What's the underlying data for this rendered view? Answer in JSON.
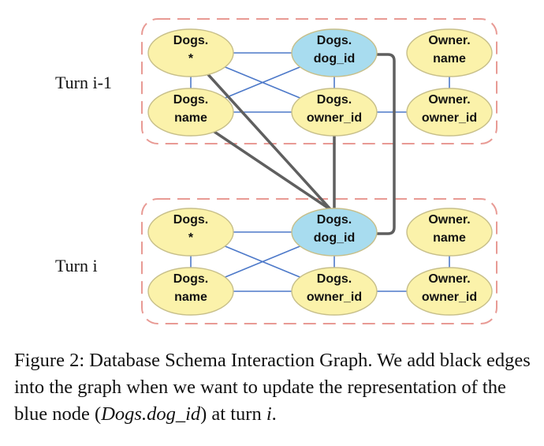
{
  "groups": [
    {
      "id": "prev",
      "label": "Turn i-1"
    },
    {
      "id": "cur",
      "label": "Turn i"
    }
  ],
  "nodes": [
    {
      "id": "p_dogs_star",
      "group": "prev",
      "lines": [
        "Dogs.",
        "*"
      ],
      "fill": "yellow"
    },
    {
      "id": "p_dogs_name",
      "group": "prev",
      "lines": [
        "Dogs.",
        "name"
      ],
      "fill": "yellow"
    },
    {
      "id": "p_dogs_dog_id",
      "group": "prev",
      "lines": [
        "Dogs.",
        "dog_id"
      ],
      "fill": "blue"
    },
    {
      "id": "p_dogs_owner_id",
      "group": "prev",
      "lines": [
        "Dogs.",
        "owner_id"
      ],
      "fill": "yellow"
    },
    {
      "id": "p_owner_name",
      "group": "prev",
      "lines": [
        "Owner.",
        "name"
      ],
      "fill": "yellow"
    },
    {
      "id": "p_owner_owner_id",
      "group": "prev",
      "lines": [
        "Owner.",
        "owner_id"
      ],
      "fill": "yellow"
    },
    {
      "id": "c_dogs_star",
      "group": "cur",
      "lines": [
        "Dogs.",
        "*"
      ],
      "fill": "yellow"
    },
    {
      "id": "c_dogs_name",
      "group": "cur",
      "lines": [
        "Dogs.",
        "name"
      ],
      "fill": "yellow"
    },
    {
      "id": "c_dogs_dog_id",
      "group": "cur",
      "lines": [
        "Dogs.",
        "dog_id"
      ],
      "fill": "blue"
    },
    {
      "id": "c_dogs_owner_id",
      "group": "cur",
      "lines": [
        "Dogs.",
        "owner_id"
      ],
      "fill": "yellow"
    },
    {
      "id": "c_owner_name",
      "group": "cur",
      "lines": [
        "Owner.",
        "name"
      ],
      "fill": "yellow"
    },
    {
      "id": "c_owner_owner_id",
      "group": "cur",
      "lines": [
        "Owner.",
        "owner_id"
      ],
      "fill": "yellow"
    }
  ],
  "edges": [
    {
      "from": "p_dogs_star",
      "to": "p_dogs_name",
      "kind": "blue"
    },
    {
      "from": "p_dogs_star",
      "to": "p_dogs_dog_id",
      "kind": "blue"
    },
    {
      "from": "p_dogs_star",
      "to": "p_dogs_owner_id",
      "kind": "blue"
    },
    {
      "from": "p_dogs_name",
      "to": "p_dogs_dog_id",
      "kind": "blue"
    },
    {
      "from": "p_dogs_name",
      "to": "p_dogs_owner_id",
      "kind": "blue"
    },
    {
      "from": "p_dogs_dog_id",
      "to": "p_dogs_owner_id",
      "kind": "blue"
    },
    {
      "from": "p_dogs_owner_id",
      "to": "p_owner_owner_id",
      "kind": "blue"
    },
    {
      "from": "p_owner_name",
      "to": "p_owner_owner_id",
      "kind": "blue"
    },
    {
      "from": "c_dogs_star",
      "to": "c_dogs_name",
      "kind": "blue"
    },
    {
      "from": "c_dogs_star",
      "to": "c_dogs_dog_id",
      "kind": "blue"
    },
    {
      "from": "c_dogs_star",
      "to": "c_dogs_owner_id",
      "kind": "blue"
    },
    {
      "from": "c_dogs_name",
      "to": "c_dogs_dog_id",
      "kind": "blue"
    },
    {
      "from": "c_dogs_name",
      "to": "c_dogs_owner_id",
      "kind": "blue"
    },
    {
      "from": "c_dogs_dog_id",
      "to": "c_dogs_owner_id",
      "kind": "blue"
    },
    {
      "from": "c_dogs_owner_id",
      "to": "c_owner_owner_id",
      "kind": "blue"
    },
    {
      "from": "c_owner_name",
      "to": "c_owner_owner_id",
      "kind": "blue"
    },
    {
      "from": "p_dogs_star",
      "to": "c_dogs_dog_id",
      "kind": "black"
    },
    {
      "from": "p_dogs_name",
      "to": "c_dogs_dog_id",
      "kind": "black"
    },
    {
      "from": "p_dogs_owner_id",
      "to": "c_dogs_dog_id",
      "kind": "black"
    },
    {
      "from": "p_dogs_dog_id",
      "to": "c_dogs_dog_id",
      "kind": "black-elbow"
    }
  ],
  "colors": {
    "node_yellow": "#fbf2aa",
    "node_blue": "#a8dcef",
    "node_stroke": "#c7bf8a",
    "edge_blue": "#4d79c9",
    "edge_black": "#5f5f5f",
    "group_border": "#e89a94"
  },
  "caption": {
    "text1": "Figure 2: Database Schema Interaction Graph. We add black edges into the graph when we want to update the representation of the blue node (",
    "italic": "Dogs.dog_id",
    "text2": ") at turn ",
    "var": "i",
    "text3": "."
  }
}
